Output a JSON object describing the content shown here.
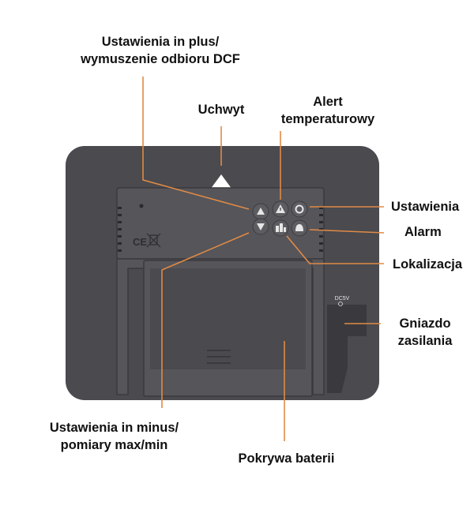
{
  "colors": {
    "body": "#4a4a4f",
    "panel": "#55555a",
    "edge": "#3a3a3e",
    "button": "#5c5c61",
    "glyph": "#e6e6e6",
    "leader": "#e08a45",
    "text": "#111111"
  },
  "labels": {
    "plus_line1": "Ustawienia in plus/",
    "plus_line2": "wymuszenie odbioru DCF",
    "handle": "Uchwyt",
    "alert_line1": "Alert",
    "alert_line2": "temperaturowy",
    "settings": "Ustawienia",
    "alarm": "Alarm",
    "location": "Lokalizacja",
    "socket_line1": "Gniazdo",
    "socket_line2": "zasilania",
    "minus_line1": "Ustawienia in minus/",
    "minus_line2": "pomiary max/min",
    "battery": "Pokrywa baterii"
  },
  "device": {
    "socket_marking": "DC5V"
  },
  "icons": {
    "up": "up-arrow-icon",
    "down": "down-arrow-icon",
    "alert": "warning-triangle-icon",
    "settings": "gear-icon",
    "location": "buildings-icon",
    "alarm": "bell-icon",
    "ce": "ce-mark-icon",
    "weee": "crossed-bin-icon",
    "polarity": "dc-polarity-icon"
  }
}
